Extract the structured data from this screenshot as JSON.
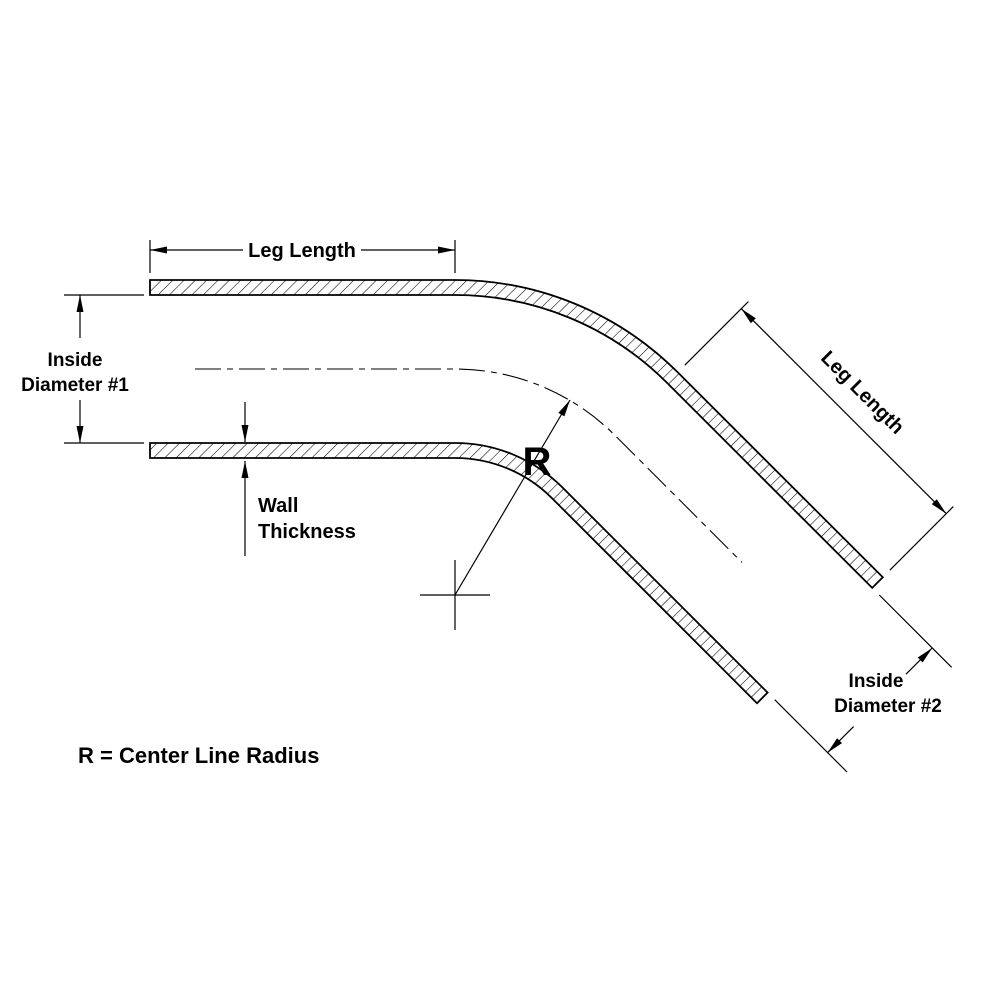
{
  "diagram": {
    "labels": {
      "leg_length_top": "Leg Length",
      "inside_diameter_1": {
        "line1": "Inside",
        "line2": "Diameter #1"
      },
      "wall_thickness": {
        "line1": "Wall",
        "line2": "Thickness"
      },
      "radius_symbol": "R",
      "leg_length_right": "Leg Length",
      "inside_diameter_2": {
        "line1": "Inside",
        "line2": "Diameter #2"
      },
      "radius_note": "R = Center Line Radius"
    },
    "colors": {
      "line": "#000000",
      "background": "#ffffff"
    }
  }
}
